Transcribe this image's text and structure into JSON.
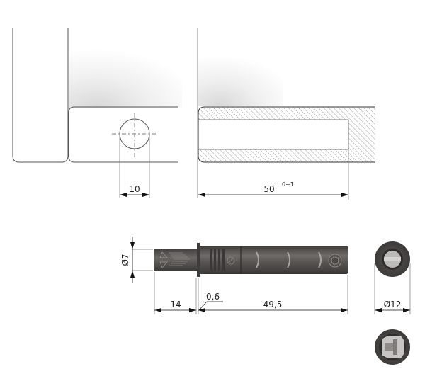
{
  "drawing": {
    "views": [
      {
        "name": "top-view-panel-corner",
        "description": "cabinet corner with bore hole"
      },
      {
        "name": "section-view-drill-hole",
        "description": "hatched section of bore"
      },
      {
        "name": "side-view-push-latch"
      },
      {
        "name": "end-view-front"
      },
      {
        "name": "end-view-back"
      }
    ],
    "dimensions": {
      "hole_diameter": "10",
      "bore_depth": "50",
      "bore_depth_tolerance": "0+1",
      "plunger_diameter": "Ø7",
      "plunger_length": "14",
      "flange_thickness": "0,6",
      "body_length": "49,5",
      "body_diameter": "Ø12"
    },
    "colors": {
      "line": "#555555",
      "body_dark": "#4a4744",
      "body_mid": "#6b6865",
      "hatch": "#888888"
    }
  }
}
